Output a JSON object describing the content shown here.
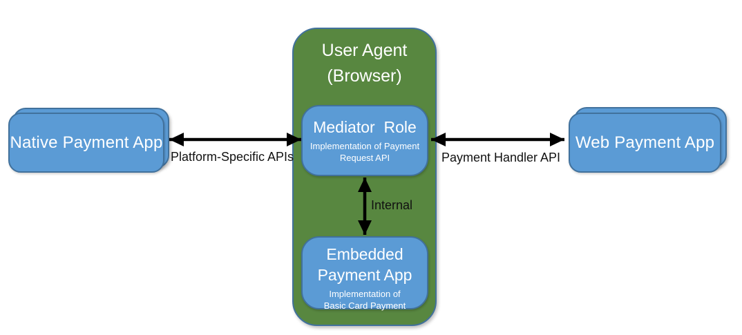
{
  "nodes": {
    "native_app": {
      "label": "Native Payment App"
    },
    "user_agent": {
      "title_line1": "User Agent",
      "title_line2": "(Browser)"
    },
    "mediator": {
      "title": "Mediator  Role",
      "subtitle": "Implementation of Payment Request API"
    },
    "embedded": {
      "title_line1": "Embedded",
      "title_line2": "Payment App",
      "subtitle_line1": "Implementation of",
      "subtitle_line2": "Basic Card Payment"
    },
    "web_app": {
      "label": "Web Payment App"
    }
  },
  "edges": {
    "native_mediator": {
      "label": "Platform-Specific APIs"
    },
    "mediator_web": {
      "label": "Payment Handler API"
    },
    "mediator_embedded": {
      "label": "Internal"
    }
  },
  "colors": {
    "background": "#FFFFFF",
    "green_fill": "#588740",
    "blue_fill": "#5B9BD5",
    "border_blue": "#41719C",
    "arrow_black": "#000000",
    "text_light": "#FFFFFF",
    "text_dark": "#111111"
  }
}
